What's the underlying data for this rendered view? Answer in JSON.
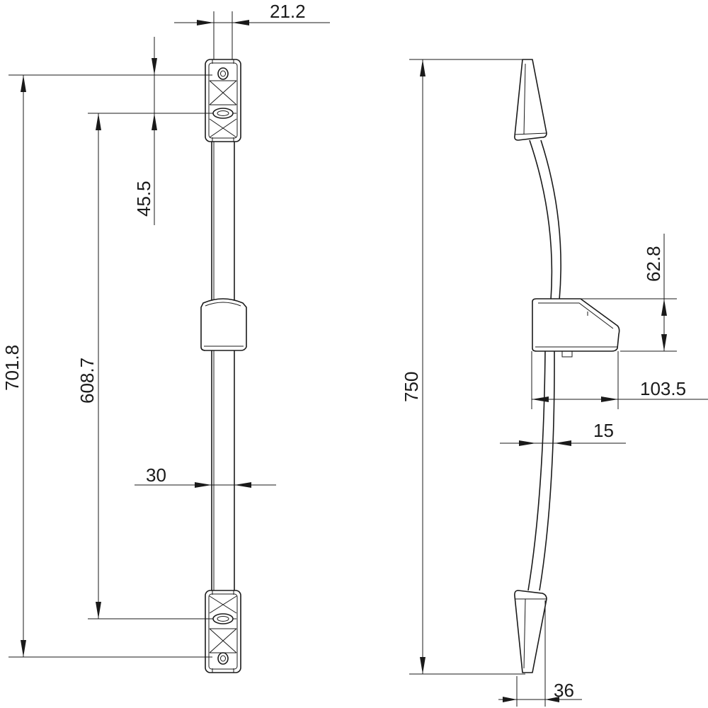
{
  "drawing": {
    "front_view": {
      "dim_top_width": "21.2",
      "dim_bracket_hole": "45.5",
      "dim_holes_spacing": "608.7",
      "dim_overall_brackets": "701.8",
      "dim_bar_diameter": "30"
    },
    "side_view": {
      "dim_total_height": "750",
      "dim_holder_height": "62.8",
      "dim_holder_depth": "103.5",
      "dim_bar_depth": "15",
      "dim_bracket_depth": "36"
    },
    "colors": {
      "line": "#1a1a1a",
      "background": "#ffffff"
    }
  }
}
